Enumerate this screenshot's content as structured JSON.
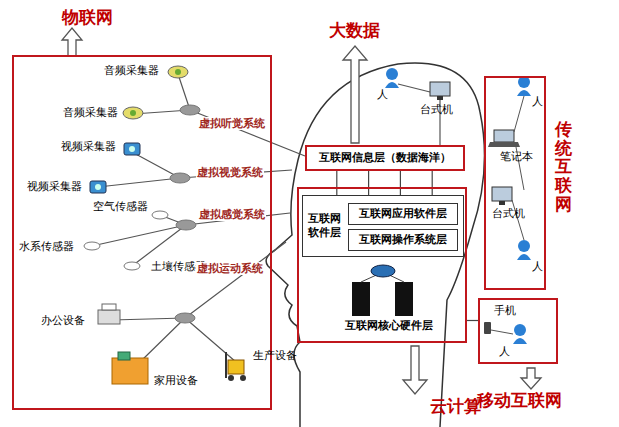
{
  "diagram": {
    "nodes": [
      {
        "text": [
          "物联网"
        ]
      },
      {
        "text": [
          "互联网信息层（数据海洋）"
        ]
      },
      {
        "text": [
          "互联网核心硬件层"
        ]
      },
      {
        "text": [
          "互联网软件层"
        ],
        "in": 2
      },
      {
        "text": [
          "互联网应用软件层"
        ],
        "in": 3
      },
      {
        "text": [
          "互联网操作系统层"
        ],
        "in": 3
      },
      {
        "text": [
          "传统互联网"
        ]
      },
      {
        "text": [
          "移动互联网"
        ]
      }
    ],
    "edges": [
      {
        "from": 1,
        "to": 3,
        "arrow": "none"
      },
      {
        "from": 1,
        "to": 3,
        "arrow": "none"
      },
      {
        "from": 1,
        "to": 3,
        "arrow": "none"
      },
      {
        "from": 1,
        "to": 3,
        "arrow": "none"
      },
      {
        "from": 7,
        "to": 2,
        "arrow": "none"
      }
    ],
    "labels": [
      "大数据",
      "音频采集器",
      "音频采集器",
      "虚拟听觉系统",
      "视频采集器",
      "视频采集器",
      "虚拟视觉系统",
      "空气传感器",
      "虚拟感觉系统",
      "水系传感器",
      "土壤传感器",
      "虚拟运动系统",
      "办公设备",
      "生产设备",
      "家用设备",
      "人",
      "台式机",
      "人",
      "笔记本",
      "台式机",
      "人",
      "手机",
      "人",
      "云计算"
    ]
  }
}
